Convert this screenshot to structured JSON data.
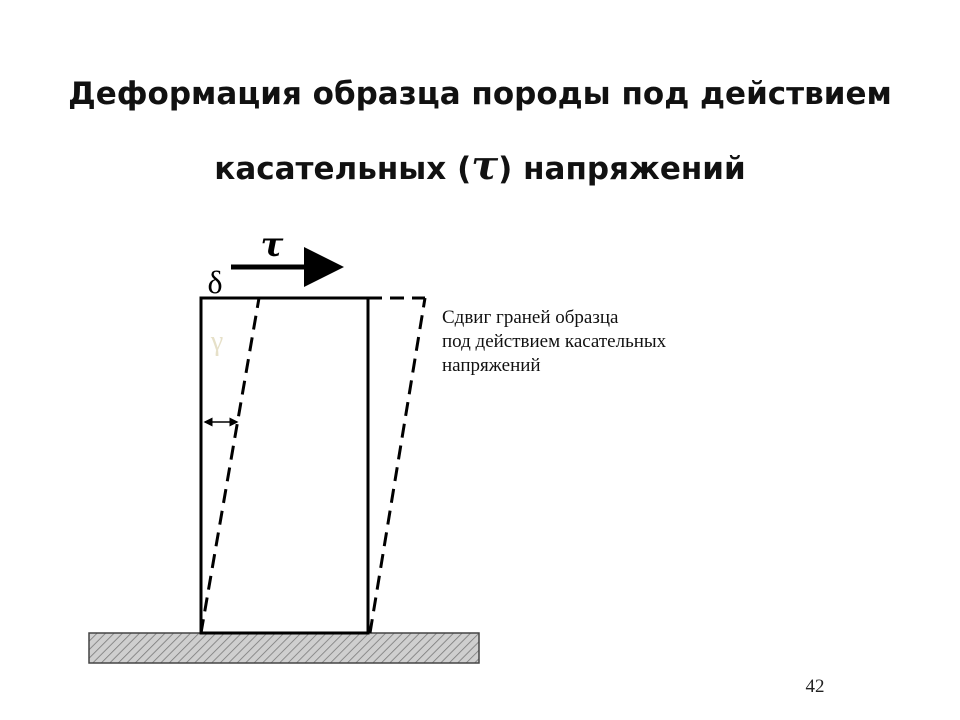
{
  "slide": {
    "title_line1": "Деформация образца породы под действием",
    "title_line2_before": "касательных (",
    "title_tau": "τ",
    "title_line2_after": ") напряжений",
    "page_number": "42"
  },
  "diagram": {
    "tau_label": "τ",
    "delta_label": "δ",
    "gamma_label": "γ",
    "caption_lines": [
      "Сдвиг граней образца",
      "под действием касательных",
      "напряжений"
    ],
    "colors": {
      "stroke": "#000000",
      "gamma": "#e6e0c8",
      "base_fill": "#c8c8c8"
    }
  }
}
